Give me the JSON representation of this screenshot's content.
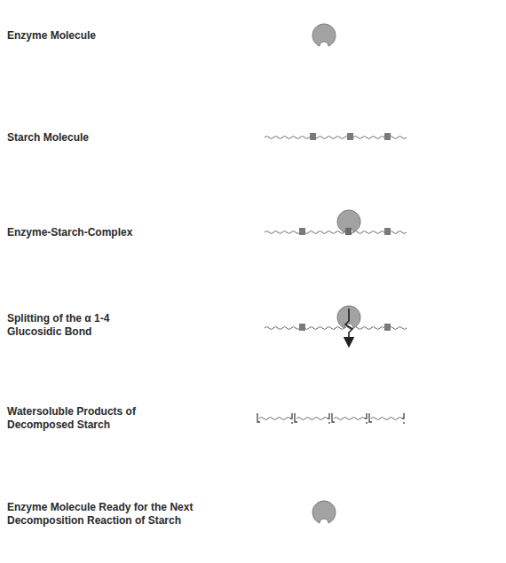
{
  "diagram": {
    "labels": [
      "Enzyme Molecule",
      "Starch Molecule",
      "Enzyme-Starch-Complex",
      "Splitting of the α 1-4 Glucosidic Bond",
      "Watersoluble Products of Decomposed Starch",
      "Enzyme Molecule Ready for the Next Decomposition Reaction of Starch"
    ]
  }
}
